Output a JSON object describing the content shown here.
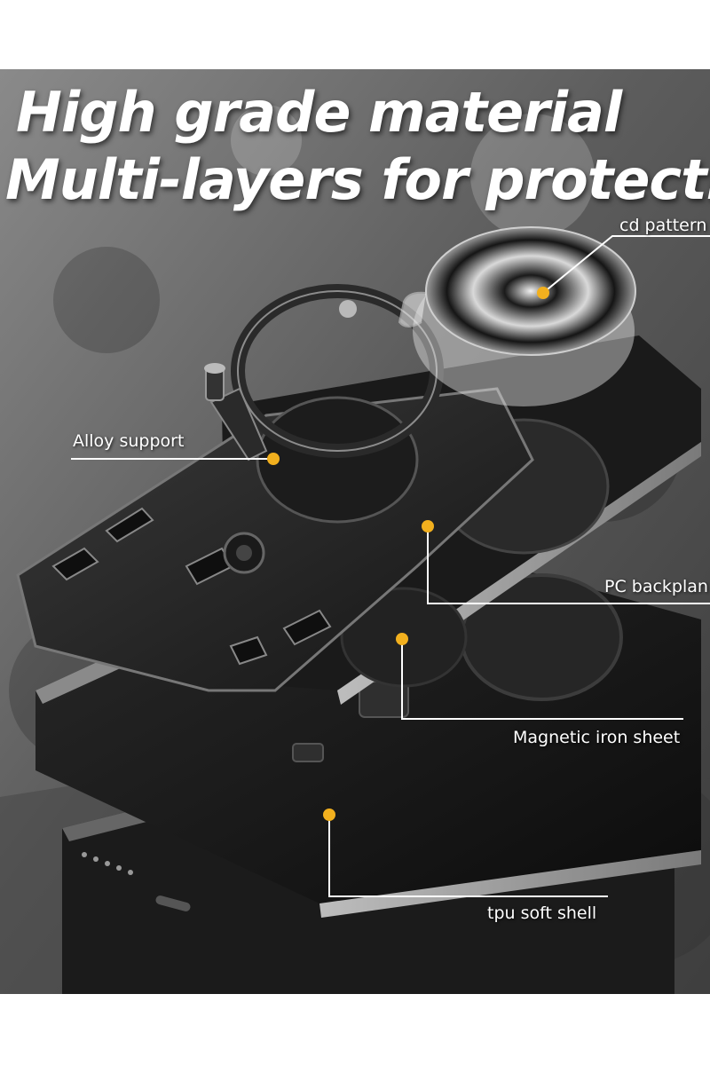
{
  "headline": {
    "line1": "High grade material",
    "line2": "Multi-layers for protection"
  },
  "callouts": {
    "cd_pattern": "cd pattern",
    "alloy_support": "Alloy support",
    "pc_backplane": "PC backplan",
    "magnetic_iron_sheet": "Magnetic iron sheet",
    "tpu_soft_shell": "tpu soft shell"
  },
  "colors": {
    "accent_dot": "#f2b01e",
    "callout_line": "#ffffff",
    "headline_text": "#ffffff"
  }
}
